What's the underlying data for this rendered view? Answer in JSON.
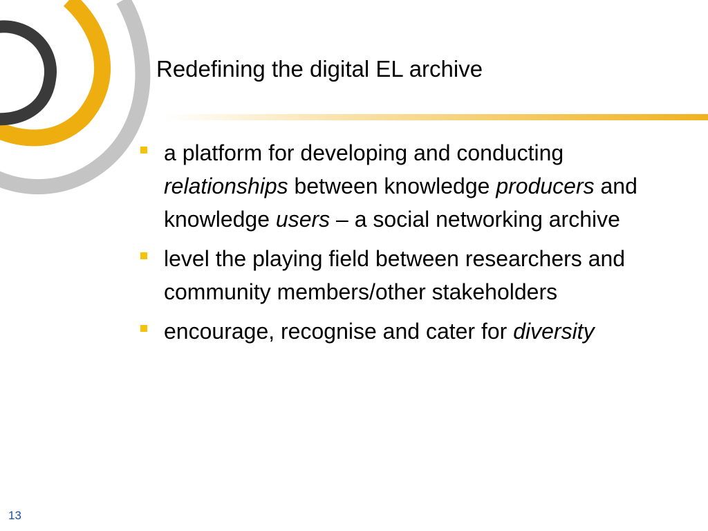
{
  "slide": {
    "title": "Redefining the digital EL archive",
    "page_number": "13",
    "accent_color": "#f0b21e",
    "bullet_color": "#f5c20a",
    "bullets": [
      {
        "parts": [
          {
            "text": "a platform for developing and conducting ",
            "italic": false
          },
          {
            "text": "relationships",
            "italic": true
          },
          {
            "text": " between knowledge ",
            "italic": false
          },
          {
            "text": "producers",
            "italic": true
          },
          {
            "text": " and knowledge ",
            "italic": false
          },
          {
            "text": "users",
            "italic": true
          },
          {
            "text": " – a social networking archive",
            "italic": false
          }
        ]
      },
      {
        "parts": [
          {
            "text": "level the playing field between researchers and community members/other stakeholders",
            "italic": false
          }
        ]
      },
      {
        "parts": [
          {
            "text": "encourage, recognise and cater for ",
            "italic": false
          },
          {
            "text": "diversity",
            "italic": true
          }
        ]
      }
    ]
  }
}
